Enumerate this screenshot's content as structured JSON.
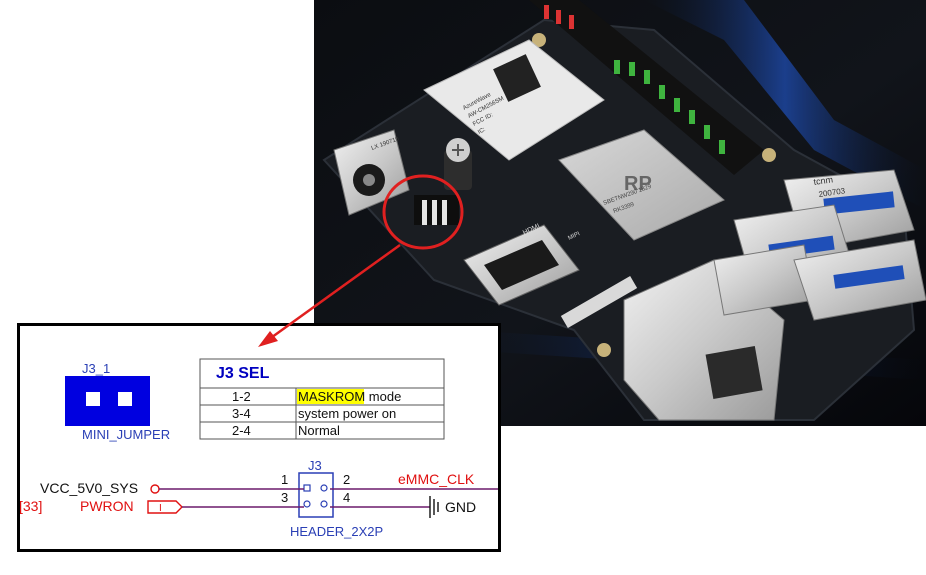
{
  "board": {
    "wifi_module_text": [
      "AzureWave",
      "AW-CM256SM",
      "FCC ID:",
      "IC:"
    ],
    "soc_logo": "RP",
    "soc_label_line1": "SBETNW290 1829",
    "soc_label_line2": "RK3399",
    "pcb_label_hdmi": "HDMI",
    "pcb_label_mipi": "MIPI",
    "usb_brand_top": "tcnm",
    "usb_brand_bottom": "200703",
    "dc_jack_label": "LX 190719"
  },
  "schematic": {
    "jumper_ref": "J3_1",
    "jumper_name": "MINI_JUMPER",
    "table_title": "J3 SEL",
    "table_rows": [
      {
        "pins": "1-2",
        "mode_highlight": "MASKROM",
        "mode_rest": " mode"
      },
      {
        "pins": "3-4",
        "mode_highlight": "",
        "mode_rest": "system power on"
      },
      {
        "pins": "2-4",
        "mode_highlight": "",
        "mode_rest": "Normal"
      }
    ],
    "net_vcc": "VCC_5V0_SYS",
    "net_pwron_ref": "[33]",
    "net_pwron": "PWRON",
    "pwron_port_glyph": "I",
    "header_ref": "J3",
    "header_name": "HEADER_2X2P",
    "pin1": "1",
    "pin2": "2",
    "pin3": "3",
    "pin4": "4",
    "net_emmc": "eMMC_CLK",
    "net_gnd": "GND"
  },
  "colors": {
    "jumper_blue": "#0000e0",
    "net_red": "#e01010",
    "highlight_yellow": "#ffff00",
    "header_blue": "#2a3fb5",
    "pcb_dark": "#1a1d22",
    "arrow_red": "#e02020"
  }
}
